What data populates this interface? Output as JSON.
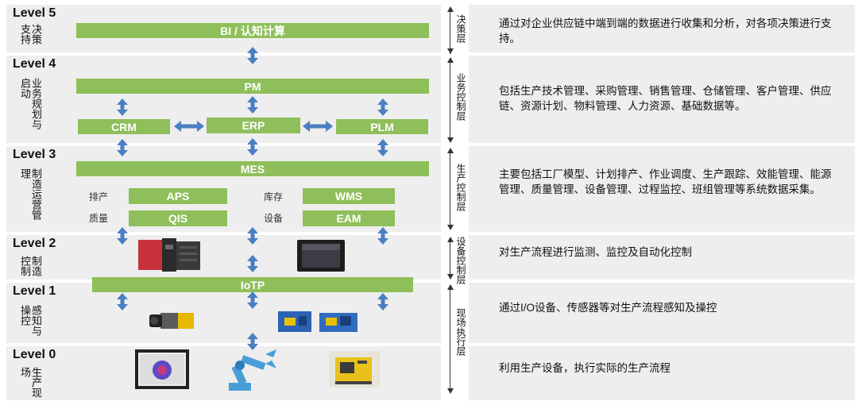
{
  "levels": [
    {
      "title": "Level 5",
      "side": "决策支持"
    },
    {
      "title": "Level 4",
      "side": "业务规划与启动"
    },
    {
      "title": "Level 3",
      "side": "制造运营管理"
    },
    {
      "title": "Level 2",
      "side": "制造控制"
    },
    {
      "title": "Level 1",
      "side": "感知与操控"
    },
    {
      "title": "Level 0",
      "side": "生产现场"
    }
  ],
  "bars": {
    "bi": "BI / 认知计算",
    "pm": "PM",
    "crm": "CRM",
    "erp": "ERP",
    "plm": "PLM",
    "mes": "MES",
    "aps": "APS",
    "wms": "WMS",
    "qis": "QIS",
    "eam": "EAM",
    "iotp": "IoTP"
  },
  "small_labels": {
    "paichan": "排产",
    "kucun": "库存",
    "zhiliang": "质量",
    "shebei": "设备"
  },
  "scope": {
    "decision": "决策层",
    "business": "业务控制层",
    "production": "生产控制层",
    "equipment": "设备控制层",
    "field": "现场执行层"
  },
  "descriptions": {
    "l5": "通过对企业供应链中端到端的数据进行收集和分析，对各项决策进行支持。",
    "l4": "包括生产技术管理、采购管理、销售管理、仓储管理、客户管理、供应链、资源计划、物料管理、人力资源、基础数据等。",
    "l3": "主要包括工厂模型、计划排产、作业调度、生产跟踪、效能管理、能源管理、质量管理、设备管理、过程监控、班组管理等系统数据采集。",
    "l2": "对生产流程进行监测、监控及自动化控制",
    "l1": "通过I/O设备、传感器等对生产流程感知及操控",
    "l0": "利用生产设备，执行实际的生产流程"
  },
  "colors": {
    "bar": "#8fbf5a",
    "arrow": "#4a7fc1",
    "band": "#eeeeee"
  }
}
